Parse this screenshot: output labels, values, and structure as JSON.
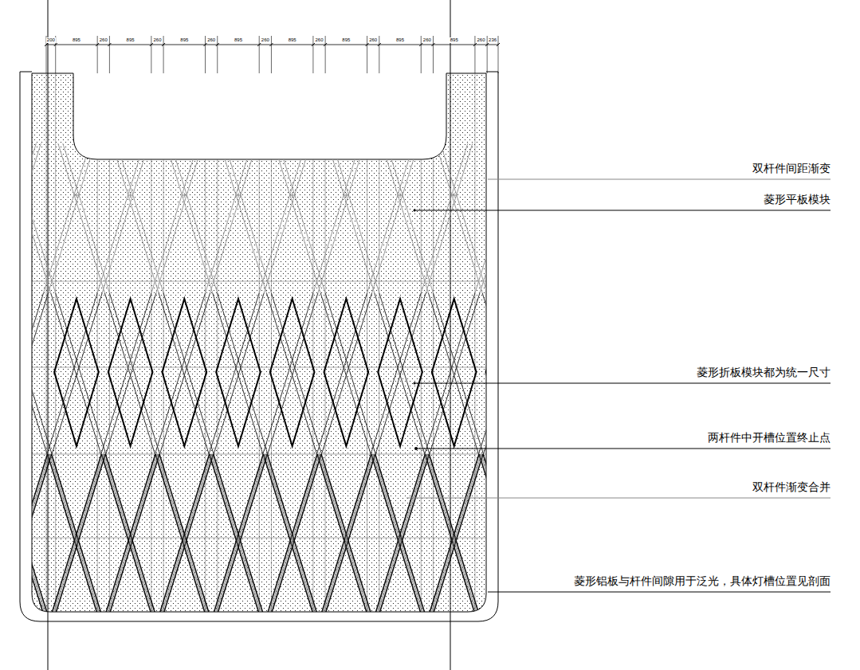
{
  "diagram": {
    "labels": [
      "200",
      "895",
      "260",
      "895",
      "260",
      "895",
      "260",
      "895",
      "260",
      "895",
      "260",
      "895",
      "260",
      "895",
      "260",
      "895",
      "260",
      "236",
      "双杆件间距渐变",
      "菱形平板模块",
      "菱形折板模块都为统一尺寸",
      "两杆件中开槽位置终止点",
      "双杆件渐变合并",
      "菱形铝板与杆件间隙用于泛光，具体灯槽位置见剖面"
    ]
  }
}
